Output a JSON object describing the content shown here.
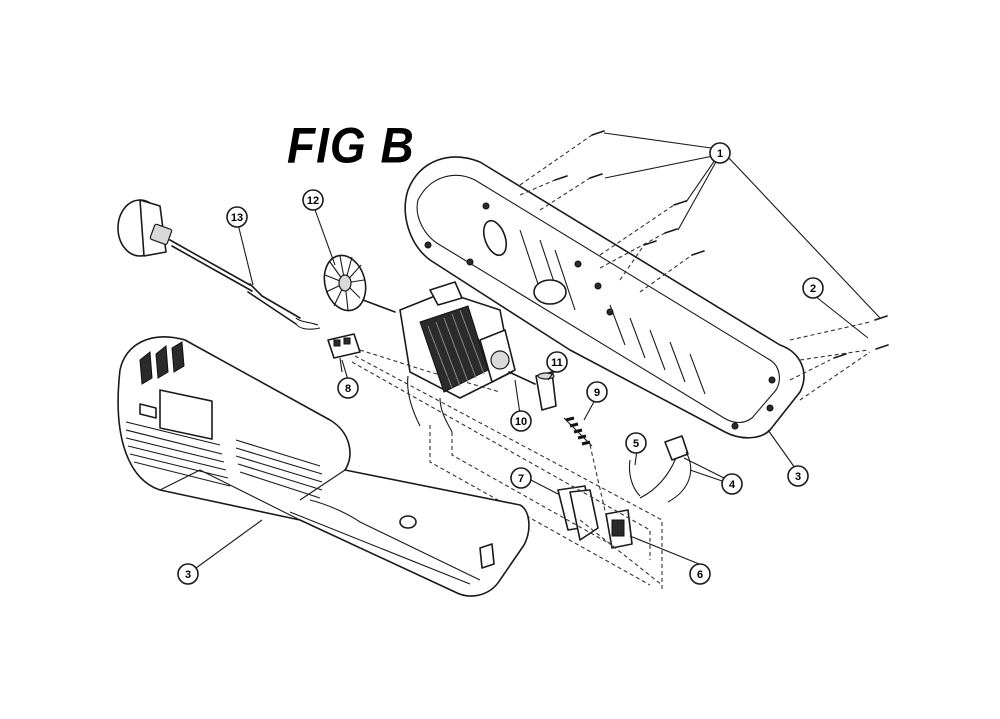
{
  "figure": {
    "title": "FIG B"
  },
  "callouts": [
    {
      "id": "c1",
      "number": "1"
    },
    {
      "id": "c2",
      "number": "2"
    },
    {
      "id": "c3a",
      "number": "3"
    },
    {
      "id": "c3b",
      "number": "3"
    },
    {
      "id": "c4",
      "number": "4"
    },
    {
      "id": "c5",
      "number": "5"
    },
    {
      "id": "c6",
      "number": "6"
    },
    {
      "id": "c7",
      "number": "7"
    },
    {
      "id": "c8",
      "number": "8"
    },
    {
      "id": "c9",
      "number": "9"
    },
    {
      "id": "c10",
      "number": "10"
    },
    {
      "id": "c11",
      "number": "11"
    },
    {
      "id": "c12",
      "number": "12"
    },
    {
      "id": "c13",
      "number": "13"
    }
  ]
}
